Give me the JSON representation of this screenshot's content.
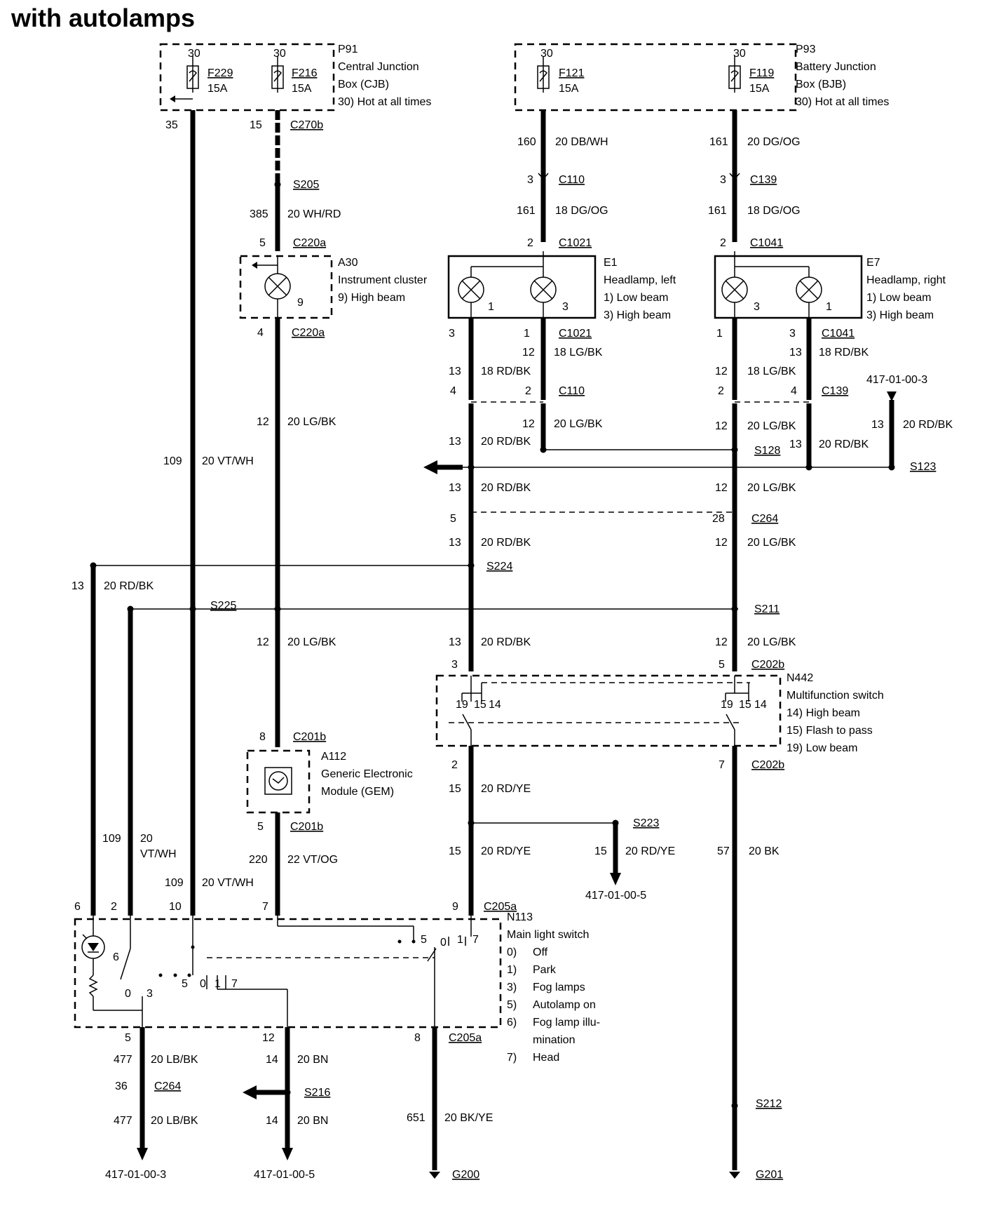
{
  "title": "with autolamps",
  "fuse_boxes": {
    "cjb": {
      "id": "P91",
      "name1": "Central Junction",
      "name2": "Box (CJB)",
      "note": "30)  Hot at all times",
      "term_a": "30",
      "term_b": "30",
      "fuse_a": "F229",
      "fuse_a_amp": "15A",
      "fuse_b": "F216",
      "fuse_b_amp": "15A",
      "pin_a": "35",
      "pin_b": "15",
      "connector": "C270b"
    },
    "bjb": {
      "id": "P93",
      "name1": "Battery Junction",
      "name2": "Box (BJB)",
      "note": "30)  Hot at all times",
      "term_a": "30",
      "term_b": "30",
      "fuse_a": "F121",
      "fuse_a_amp": "15A",
      "fuse_b": "F119",
      "fuse_b_amp": "15A"
    }
  },
  "components": {
    "a30": {
      "id": "A30",
      "name": "Instrument cluster",
      "note": "9)      High beam",
      "pin_in": "5",
      "pin_out": "4",
      "pin_inner": "9",
      "conn": "C220a"
    },
    "e1": {
      "id": "E1",
      "name": "Headlamp, left",
      "note1": "1)      Low beam",
      "note2": "3)      High beam",
      "pin_top": "2",
      "conn_top": "C1021",
      "lamp1": "1",
      "lamp3": "3"
    },
    "e7": {
      "id": "E7",
      "name": "Headlamp, right",
      "note1": "1)      Low beam",
      "note2": "3)      High beam",
      "pin_top": "2",
      "conn_top": "C1041",
      "lamp3": "3",
      "lamp1": "1"
    },
    "a112": {
      "id": "A112",
      "name1": "Generic Electronic",
      "name2": "Module (GEM)",
      "pin_in": "8",
      "conn_in": "C201b",
      "pin_out": "5",
      "conn_out": "C201b"
    },
    "n442": {
      "id": "N442",
      "name": "Multifunction switch",
      "notes": [
        "14)  High beam",
        "15)  Flash to pass",
        "19)  Low beam"
      ],
      "pin_l_top": "3",
      "pin_r_top": "5",
      "conn_top": "C202b",
      "pin_l_bot": "2",
      "pin_r_bot": "7",
      "conn_bot": "C202b",
      "sw_l": "19",
      "sw_l2": "15",
      "sw_l3": "14",
      "sw_r": "19",
      "sw_r2": "15",
      "sw_r3": "14"
    },
    "n113": {
      "id": "N113",
      "name": "Main light switch",
      "notes": [
        {
          "k": "0)",
          "v": "Off"
        },
        {
          "k": "1)",
          "v": "Park"
        },
        {
          "k": "3)",
          "v": "Fog lamps"
        },
        {
          "k": "5)",
          "v": "Autolamp on"
        },
        {
          "k": "6)",
          "v": "Fog lamp illu-"
        },
        {
          "k": "",
          "v": "mination"
        },
        {
          "k": "7)",
          "v": "Head"
        }
      ],
      "pins_top": [
        "6",
        "2",
        "10",
        "7",
        "9"
      ],
      "conn_top": "C205a",
      "pins_bot": [
        "5",
        "12",
        "8"
      ],
      "conn_bot": "C205a",
      "inner": {
        "p6": "6",
        "p0": "0",
        "p3": "3",
        "p5": "5",
        "p0b": "0",
        "p1": "1",
        "p7": "7",
        "q5": "5",
        "q0": "0",
        "q1": "1",
        "q7": "7"
      }
    }
  },
  "wires": {
    "w35": {
      "circuit": "109",
      "color": "20 VT/WH"
    },
    "w385": {
      "circuit": "385",
      "color": "20 WH/RD",
      "splice": "S205"
    },
    "w12a": {
      "circuit": "12",
      "color": "20 LG/BK"
    },
    "w12b": {
      "circuit": "12",
      "color": "20 LG/BK"
    },
    "w220": {
      "circuit": "220",
      "color": "22 VT/OG"
    },
    "w109b": {
      "circuit": "109",
      "color1": "20",
      "color2": "VT/WH"
    },
    "w109c": {
      "circuit": "109",
      "color": "20 VT/WH"
    },
    "w13a": {
      "circuit": "13",
      "color": "20 RD/BK"
    },
    "f121": {
      "circuit": "160",
      "color": "20 DB/WH",
      "pin": "3",
      "conn": "C110",
      "circuit2": "161",
      "color2": "18 DG/OG"
    },
    "f119": {
      "circuit": "161",
      "color": "20 DG/OG",
      "pin": "3",
      "conn": "C139",
      "circuit2": "161",
      "color2": "18 DG/OG"
    },
    "e1_bottom": {
      "pin_a": "3",
      "pin_b": "1",
      "conn": "C1021",
      "c12": "12",
      "c12col": "18 LG/BK",
      "c13": "13",
      "c13col": "18 RD/BK",
      "pin_c": "4",
      "pin_d": "2",
      "conn2": "C110"
    },
    "e7_bottom": {
      "pin_a": "1",
      "pin_b": "3",
      "conn": "C1041",
      "c13": "13",
      "c13col": "18 RD/BK",
      "c12": "12",
      "c12col": "18 LG/BK",
      "pin_c": "2",
      "pin_d": "4",
      "conn2": "C139"
    },
    "mid": {
      "l12": "12",
      "l12col": "20 LG/BK",
      "l13": "13",
      "l13col": "20 RD/BK",
      "r12": "12",
      "r12col": "20 LG/BK",
      "r13": "13",
      "r13col": "20 RD/BK",
      "s128": "S128",
      "s123": "S123",
      "ref417": "417-01-00-3",
      "c13b": "13",
      "c13bcol": "20 RD/BK",
      "l13c": "13",
      "l13ccol": "20 RD/BK",
      "r12c": "12",
      "r12ccol": "20 LG/BK",
      "c264": "C264",
      "c264l": "5",
      "c264r": "28",
      "l13d": "13",
      "l13dcol": "20 RD/BK",
      "r12d": "12",
      "r12dcol": "20 LG/BK",
      "s224": "S224",
      "s225": "S225",
      "s211": "S211",
      "l13e": "13",
      "l13ecol": "20 RD/BK",
      "r12e": "12",
      "r12ecol": "20 LG/BK"
    },
    "lower": {
      "c15": "15",
      "c15col": "20 RD/YE",
      "s223": "S223",
      "c15b": "15",
      "c15bcol": "20 RD/YE",
      "c15c": "15",
      "c15ccol": "20 RD/YE",
      "ref5": "417-01-00-5",
      "c57": "57",
      "c57col": "20 BK",
      "s212": "S212",
      "g201": "G201"
    },
    "bottom": {
      "c477": "477",
      "c477col": "20 LB/BK",
      "c36": "36",
      "c264": "C264",
      "c477b": "477",
      "c477bcol": "20 LB/BK",
      "ref3": "417-01-00-3",
      "c14": "14",
      "c14col": "20 BN",
      "s216": "S216",
      "c14b": "14",
      "c14bcol": "20 BN",
      "ref5": "417-01-00-5",
      "c651": "651",
      "c651col": "20 BK/YE",
      "g200": "G200"
    }
  }
}
